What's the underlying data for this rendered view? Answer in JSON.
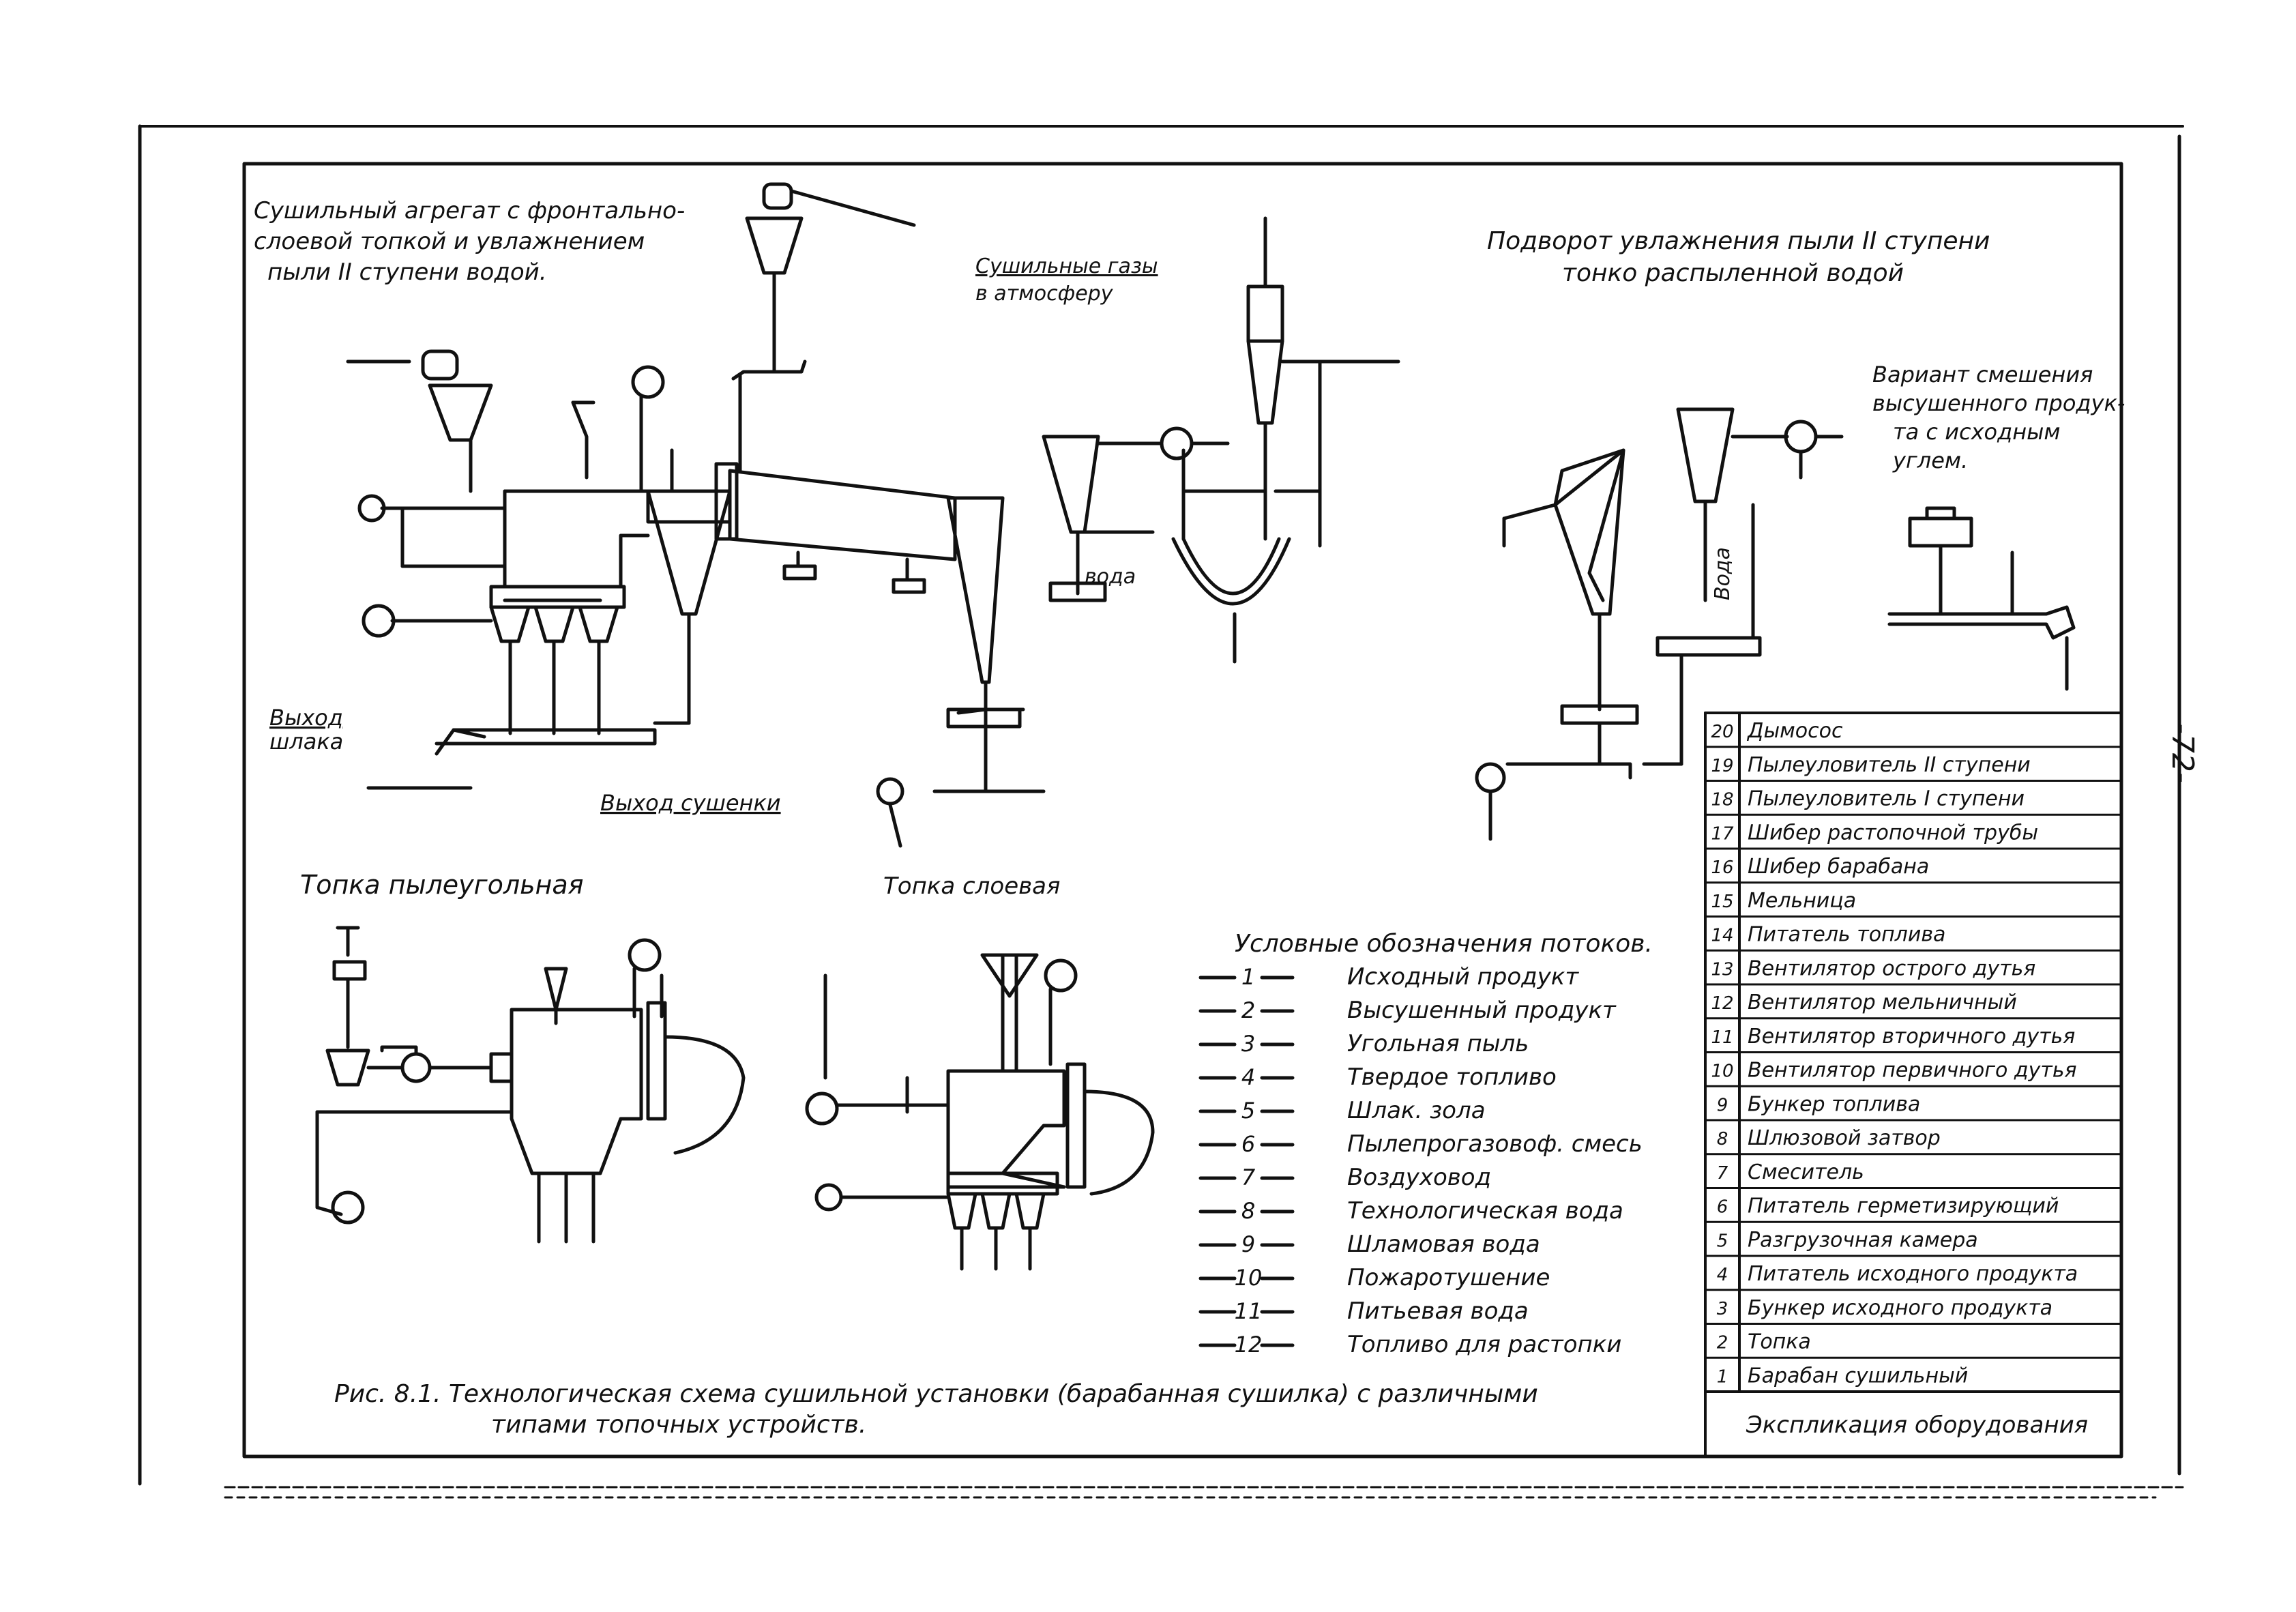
{
  "page_number": "-72-",
  "titles": {
    "main_unit": [
      "Сушильный агрегат с фронтально-",
      "слоевой топкой и увлажнением",
      "пыли II ступени водой."
    ],
    "sub_unit": [
      "Подворот увлажнения пыли II ступени",
      "тонко распыленной водой"
    ],
    "variant": [
      "Вариант смешения",
      "высушенного продук-",
      "та с исходным",
      "углем."
    ],
    "gases": [
      "Сушильные газы",
      "в атмосферу"
    ],
    "slag_exit": [
      "Выход",
      "шлака"
    ],
    "dried_exit": "Выход сушенки",
    "water": "вода",
    "water_vertical": "Вода",
    "furnace_coal": "Топка пылеугольная",
    "furnace_layer": "Топка слоевая"
  },
  "legend": {
    "title": "Условные обозначения потоков.",
    "items": [
      {
        "num": "1",
        "label": "Исходный продукт"
      },
      {
        "num": "2",
        "label": "Высушенный продукт"
      },
      {
        "num": "3",
        "label": "Угольная пыль"
      },
      {
        "num": "4",
        "label": "Твердое топливо"
      },
      {
        "num": "5",
        "label": "Шлак. зола"
      },
      {
        "num": "6",
        "label": "Пылепрогазовоф. смесь"
      },
      {
        "num": "7",
        "label": "Воздуховод"
      },
      {
        "num": "8",
        "label": "Технологическая вода"
      },
      {
        "num": "9",
        "label": "Шламовая вода"
      },
      {
        "num": "10",
        "label": "Пожаротушение"
      },
      {
        "num": "11",
        "label": "Питьевая вода"
      },
      {
        "num": "12",
        "label": "Топливо для растопки"
      }
    ]
  },
  "equipment": {
    "title": "Экспликация оборудования",
    "items": [
      {
        "num": "20",
        "name": "Дымосос"
      },
      {
        "num": "19",
        "name": "Пылеуловитель II ступени"
      },
      {
        "num": "18",
        "name": "Пылеуловитель I ступени"
      },
      {
        "num": "17",
        "name": "Шибер растопочной трубы"
      },
      {
        "num": "16",
        "name": "Шибер барабана"
      },
      {
        "num": "15",
        "name": "Мельница"
      },
      {
        "num": "14",
        "name": "Питатель топлива"
      },
      {
        "num": "13",
        "name": "Вентилятор острого дутья"
      },
      {
        "num": "12",
        "name": "Вентилятор мельничный"
      },
      {
        "num": "11",
        "name": "Вентилятор вторичного дутья"
      },
      {
        "num": "10",
        "name": "Вентилятор первичного дутья"
      },
      {
        "num": "9",
        "name": "Бункер топлива"
      },
      {
        "num": "8",
        "name": "Шлюзовой затвор"
      },
      {
        "num": "7",
        "name": "Смеситель"
      },
      {
        "num": "6",
        "name": "Питатель герметизирующий"
      },
      {
        "num": "5",
        "name": "Разгрузочная камера"
      },
      {
        "num": "4",
        "name": "Питатель исходного продукта"
      },
      {
        "num": "3",
        "name": "Бункер исходного продукта"
      },
      {
        "num": "2",
        "name": "Топка"
      },
      {
        "num": "1",
        "name": "Барабан сушильный"
      }
    ]
  },
  "caption": [
    "Рис. 8.1. Технологическая схема сушильной установки (барабанная сушилка) с различными",
    "типами топочных устройств."
  ]
}
